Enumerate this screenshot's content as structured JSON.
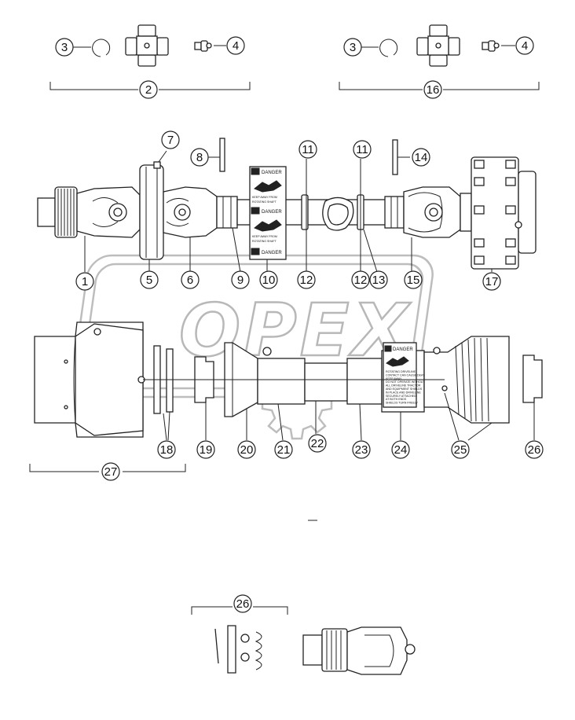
{
  "callouts": [
    {
      "id": "1",
      "label": "1"
    },
    {
      "id": "2",
      "label": "2"
    },
    {
      "id": "3a",
      "label": "3"
    },
    {
      "id": "3b",
      "label": "3"
    },
    {
      "id": "4a",
      "label": "4"
    },
    {
      "id": "4b",
      "label": "4"
    },
    {
      "id": "5",
      "label": "5"
    },
    {
      "id": "6",
      "label": "6"
    },
    {
      "id": "7",
      "label": "7"
    },
    {
      "id": "8",
      "label": "8"
    },
    {
      "id": "9",
      "label": "9"
    },
    {
      "id": "10",
      "label": "10"
    },
    {
      "id": "11a",
      "label": "11"
    },
    {
      "id": "11b",
      "label": "11"
    },
    {
      "id": "12a",
      "label": "12"
    },
    {
      "id": "12b",
      "label": "12"
    },
    {
      "id": "13",
      "label": "13"
    },
    {
      "id": "14",
      "label": "14"
    },
    {
      "id": "15",
      "label": "15"
    },
    {
      "id": "16",
      "label": "16"
    },
    {
      "id": "17",
      "label": "17"
    },
    {
      "id": "18",
      "label": "18"
    },
    {
      "id": "19",
      "label": "19"
    },
    {
      "id": "20",
      "label": "20"
    },
    {
      "id": "21",
      "label": "21"
    },
    {
      "id": "22",
      "label": "22"
    },
    {
      "id": "23",
      "label": "23"
    },
    {
      "id": "24",
      "label": "24"
    },
    {
      "id": "25",
      "label": "25"
    },
    {
      "id": "26a",
      "label": "26"
    },
    {
      "id": "26b",
      "label": "26"
    },
    {
      "id": "27",
      "label": "27"
    }
  ],
  "danger_label": {
    "heading_1": "DANGER",
    "heading_2": "DANGER",
    "heading_3": "DANGER",
    "line_1": "KEEP AWAY FROM",
    "line_2": "ROTATING SHAFT",
    "line_3": "KEEP AWAY FROM",
    "line_4": "ROTATING SHAFT"
  },
  "guard_label": {
    "heading": "DANGER",
    "lines": [
      "ROTATING DRIVELINE",
      "CONTACT CAN CAUSE DEATH",
      "KEEP AWAY",
      "DO NOT OPERATE WITHOUT",
      "ALL DRIVELINE TRACTOR",
      "AND EQUIPMENT SHIELDS",
      "IN PLACE AND DRIVELINE",
      "SECURELY ATTACHED",
      "AT BOTH ENDS",
      "SHIELDS TURN FREELY"
    ]
  },
  "watermark": {
    "text": "OPEX",
    "color": "#bdbdbd"
  }
}
